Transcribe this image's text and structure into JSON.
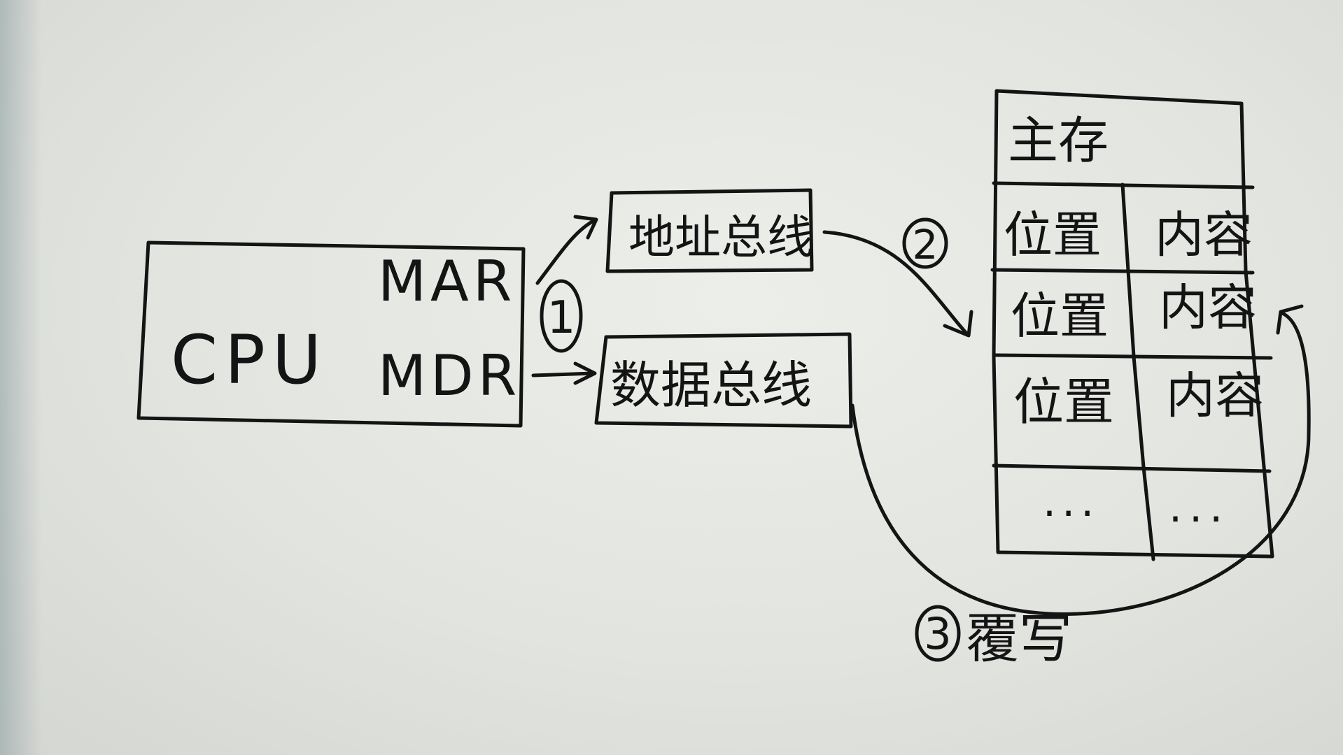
{
  "cpu": {
    "label": "CPU",
    "mar_label": "MAR",
    "mdr_label": "MDR"
  },
  "address_bus": {
    "label": "地址总线"
  },
  "data_bus": {
    "label": "数据总线"
  },
  "main_memory": {
    "title": "主存",
    "rows": [
      {
        "location": "位置",
        "content": "内容"
      },
      {
        "location": "位置",
        "content": "内容"
      },
      {
        "location": "位置",
        "content": "内容"
      },
      {
        "location": "...",
        "content": "..."
      }
    ]
  },
  "steps": {
    "step1": "①",
    "step2": "②",
    "step3_num": "③",
    "step3_text": "覆写"
  }
}
